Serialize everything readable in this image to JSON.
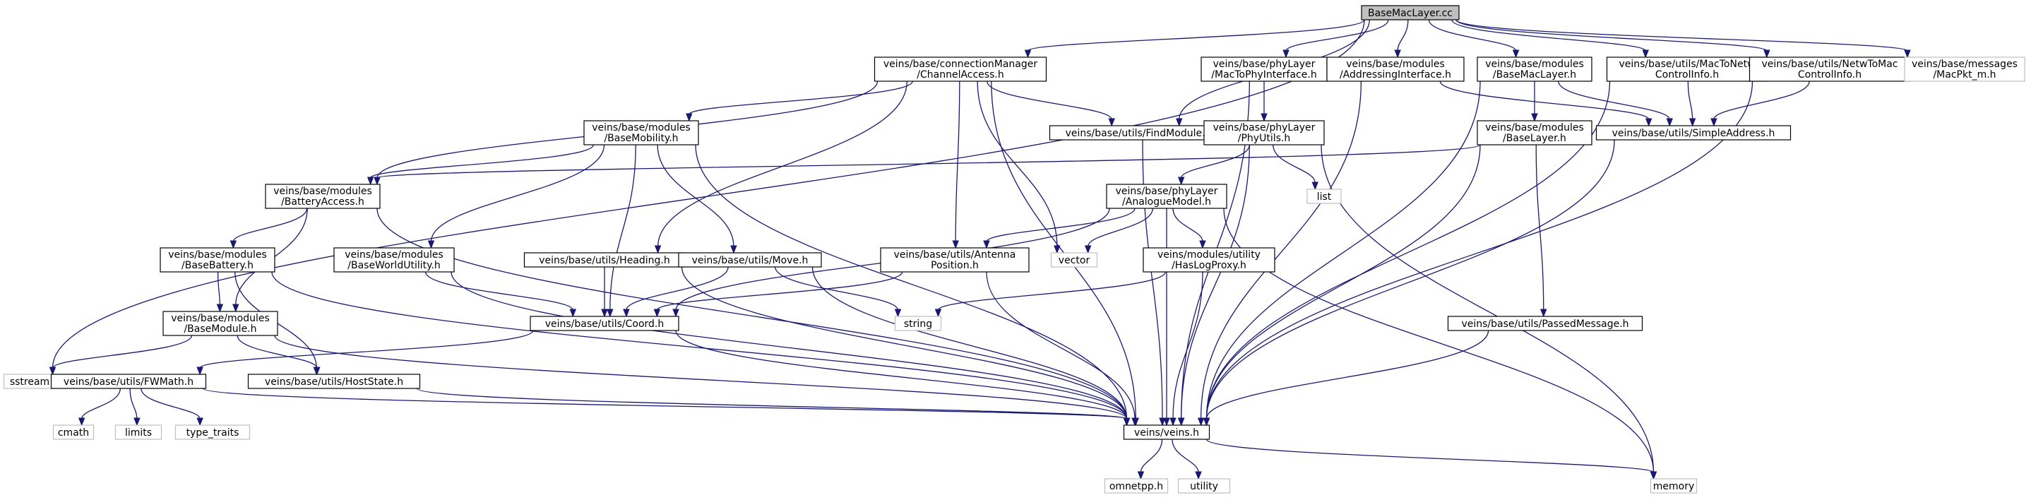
{
  "graph": {
    "nodes": [
      {
        "id": "root",
        "lines": [
          "BaseMacLayer.cc"
        ],
        "kind": "root"
      },
      {
        "id": "sstream",
        "lines": [
          "sstream"
        ],
        "kind": "external"
      },
      {
        "id": "channelaccess",
        "lines": [
          "veins/base/connectionManager",
          "/ChannelAccess.h"
        ],
        "kind": "internal"
      },
      {
        "id": "findmodule",
        "lines": [
          "veins/base/utils/FindModule.h"
        ],
        "kind": "internal"
      },
      {
        "id": "mactophy",
        "lines": [
          "veins/base/phyLayer",
          "/MacToPhyInterface.h"
        ],
        "kind": "internal"
      },
      {
        "id": "addressing",
        "lines": [
          "veins/base/modules",
          "/AddressingInterface.h"
        ],
        "kind": "internal"
      },
      {
        "id": "basemaclayer",
        "lines": [
          "veins/base/modules",
          "/BaseMacLayer.h"
        ],
        "kind": "internal"
      },
      {
        "id": "mactonetw",
        "lines": [
          "veins/base/utils/MacToNetw",
          "ControlInfo.h"
        ],
        "kind": "internal"
      },
      {
        "id": "netwtomac",
        "lines": [
          "veins/base/utils/NetwToMac",
          "ControlInfo.h"
        ],
        "kind": "internal"
      },
      {
        "id": "macpkt",
        "lines": [
          "veins/base/messages",
          "/MacPkt_m.h"
        ],
        "kind": "external"
      },
      {
        "id": "basemobility",
        "lines": [
          "veins/base/modules",
          "/BaseMobility.h"
        ],
        "kind": "internal"
      },
      {
        "id": "phyutils",
        "lines": [
          "veins/base/phyLayer",
          "/PhyUtils.h"
        ],
        "kind": "internal"
      },
      {
        "id": "baselayer",
        "lines": [
          "veins/base/modules",
          "/BaseLayer.h"
        ],
        "kind": "internal"
      },
      {
        "id": "simpleaddress",
        "lines": [
          "veins/base/utils/SimpleAddress.h"
        ],
        "kind": "internal"
      },
      {
        "id": "batteryaccess",
        "lines": [
          "veins/base/modules",
          "/BatteryAccess.h"
        ],
        "kind": "internal"
      },
      {
        "id": "list",
        "lines": [
          "list"
        ],
        "kind": "external"
      },
      {
        "id": "analogue",
        "lines": [
          "veins/base/phyLayer",
          "/AnalogueModel.h"
        ],
        "kind": "internal"
      },
      {
        "id": "basebattery",
        "lines": [
          "veins/base/modules",
          "/BaseBattery.h"
        ],
        "kind": "internal"
      },
      {
        "id": "baseworld",
        "lines": [
          "veins/base/modules",
          "/BaseWorldUtility.h"
        ],
        "kind": "internal"
      },
      {
        "id": "heading",
        "lines": [
          "veins/base/utils/Heading.h"
        ],
        "kind": "internal"
      },
      {
        "id": "move",
        "lines": [
          "veins/base/utils/Move.h"
        ],
        "kind": "internal"
      },
      {
        "id": "antenna",
        "lines": [
          "veins/base/utils/Antenna",
          "Position.h"
        ],
        "kind": "internal"
      },
      {
        "id": "vector",
        "lines": [
          "vector"
        ],
        "kind": "external"
      },
      {
        "id": "haslogproxy",
        "lines": [
          "veins/modules/utility",
          "/HasLogProxy.h"
        ],
        "kind": "internal"
      },
      {
        "id": "basemodule",
        "lines": [
          "veins/base/modules",
          "/BaseModule.h"
        ],
        "kind": "internal"
      },
      {
        "id": "coord",
        "lines": [
          "veins/base/utils/Coord.h"
        ],
        "kind": "internal"
      },
      {
        "id": "string",
        "lines": [
          "string"
        ],
        "kind": "external"
      },
      {
        "id": "passedmsg",
        "lines": [
          "veins/base/utils/PassedMessage.h"
        ],
        "kind": "internal"
      },
      {
        "id": "fwmath",
        "lines": [
          "veins/base/utils/FWMath.h"
        ],
        "kind": "internal"
      },
      {
        "id": "hoststate",
        "lines": [
          "veins/base/utils/HostState.h"
        ],
        "kind": "internal"
      },
      {
        "id": "cmath",
        "lines": [
          "cmath"
        ],
        "kind": "external"
      },
      {
        "id": "limits",
        "lines": [
          "limits"
        ],
        "kind": "external"
      },
      {
        "id": "typetraits",
        "lines": [
          "type_traits"
        ],
        "kind": "external"
      },
      {
        "id": "veins",
        "lines": [
          "veins/veins.h"
        ],
        "kind": "internal"
      },
      {
        "id": "omnetpp",
        "lines": [
          "omnetpp.h"
        ],
        "kind": "external"
      },
      {
        "id": "utility",
        "lines": [
          "utility"
        ],
        "kind": "external"
      },
      {
        "id": "memory",
        "lines": [
          "memory"
        ],
        "kind": "external"
      }
    ],
    "edges": [
      [
        "root",
        "sstream"
      ],
      [
        "root",
        "channelaccess"
      ],
      [
        "root",
        "findmodule"
      ],
      [
        "root",
        "mactophy"
      ],
      [
        "root",
        "addressing"
      ],
      [
        "root",
        "basemaclayer"
      ],
      [
        "root",
        "mactonetw"
      ],
      [
        "root",
        "netwtomac"
      ],
      [
        "root",
        "macpkt"
      ],
      [
        "channelaccess",
        "basemobility"
      ],
      [
        "channelaccess",
        "batteryaccess"
      ],
      [
        "channelaccess",
        "findmodule"
      ],
      [
        "channelaccess",
        "heading"
      ],
      [
        "channelaccess",
        "antenna"
      ],
      [
        "channelaccess",
        "vector"
      ],
      [
        "channelaccess",
        "veins"
      ],
      [
        "basemobility",
        "batteryaccess"
      ],
      [
        "basemobility",
        "baseworld"
      ],
      [
        "basemobility",
        "coord"
      ],
      [
        "basemobility",
        "move"
      ],
      [
        "basemobility",
        "veins"
      ],
      [
        "batteryaccess",
        "basebattery"
      ],
      [
        "batteryaccess",
        "basemodule"
      ],
      [
        "batteryaccess",
        "veins"
      ],
      [
        "basebattery",
        "basemodule"
      ],
      [
        "basebattery",
        "hoststate"
      ],
      [
        "basebattery",
        "veins"
      ],
      [
        "basemodule",
        "sstream"
      ],
      [
        "basemodule",
        "hoststate"
      ],
      [
        "basemodule",
        "veins"
      ],
      [
        "baseworld",
        "coord"
      ],
      [
        "baseworld",
        "veins"
      ],
      [
        "heading",
        "coord"
      ],
      [
        "heading",
        "veins"
      ],
      [
        "move",
        "coord"
      ],
      [
        "move",
        "string"
      ],
      [
        "move",
        "veins"
      ],
      [
        "coord",
        "fwmath"
      ],
      [
        "coord",
        "veins"
      ],
      [
        "fwmath",
        "cmath"
      ],
      [
        "fwmath",
        "limits"
      ],
      [
        "fwmath",
        "typetraits"
      ],
      [
        "fwmath",
        "veins"
      ],
      [
        "hoststate",
        "veins"
      ],
      [
        "findmodule",
        "veins"
      ],
      [
        "mactophy",
        "phyutils"
      ],
      [
        "mactophy",
        "veins"
      ],
      [
        "phyutils",
        "analogue"
      ],
      [
        "phyutils",
        "list"
      ],
      [
        "phyutils",
        "veins"
      ],
      [
        "phyutils",
        "memory"
      ],
      [
        "analogue",
        "antenna"
      ],
      [
        "analogue",
        "vector"
      ],
      [
        "analogue",
        "haslogproxy"
      ],
      [
        "analogue",
        "veins"
      ],
      [
        "analogue",
        "memory"
      ],
      [
        "analogue",
        "coord"
      ],
      [
        "antenna",
        "coord"
      ],
      [
        "antenna",
        "veins"
      ],
      [
        "haslogproxy",
        "string"
      ],
      [
        "haslogproxy",
        "veins"
      ],
      [
        "addressing",
        "simpleaddress"
      ],
      [
        "addressing",
        "veins"
      ],
      [
        "basemaclayer",
        "baselayer"
      ],
      [
        "basemaclayer",
        "simpleaddress"
      ],
      [
        "basemaclayer",
        "veins"
      ],
      [
        "baselayer",
        "batteryaccess"
      ],
      [
        "baselayer",
        "passedmsg"
      ],
      [
        "baselayer",
        "veins"
      ],
      [
        "passedmsg",
        "veins"
      ],
      [
        "mactonetw",
        "simpleaddress"
      ],
      [
        "mactonetw",
        "veins"
      ],
      [
        "netwtomac",
        "simpleaddress"
      ],
      [
        "netwtomac",
        "veins"
      ],
      [
        "simpleaddress",
        "veins"
      ],
      [
        "veins",
        "omnetpp"
      ],
      [
        "veins",
        "utility"
      ],
      [
        "veins",
        "memory"
      ]
    ]
  }
}
